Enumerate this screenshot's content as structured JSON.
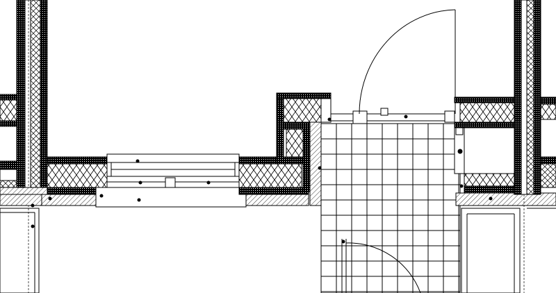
{
  "drawing": {
    "type": "architectural-plan-detail",
    "colors": {
      "line": "#000000",
      "background": "#ffffff",
      "insulation_fill": "#ffffff",
      "masonry_hatch": "#000000"
    },
    "elements": [
      "left-cavity-wall",
      "right-cavity-wall",
      "window-opening",
      "window-sill",
      "entrance-door",
      "door-swing-arc",
      "tiled-floor",
      "interior-door-arc",
      "left-room-partition",
      "right-room-partition"
    ]
  }
}
